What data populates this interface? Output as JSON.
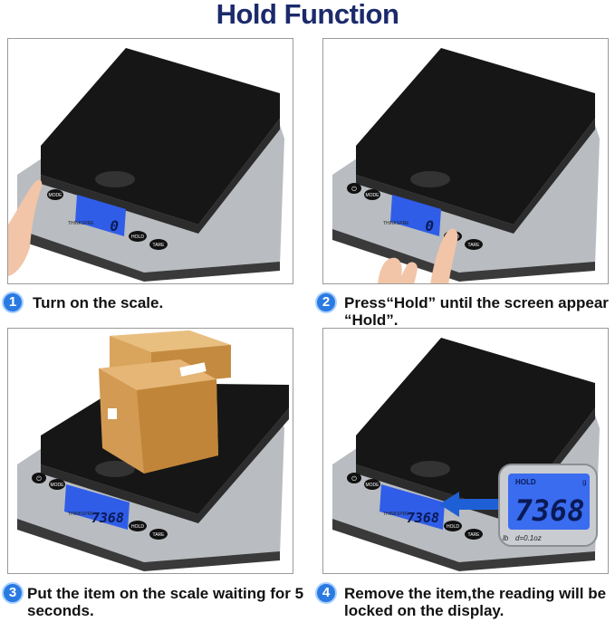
{
  "title": "Hold Function",
  "steps": [
    {
      "number": "1",
      "text": "Turn on the scale."
    },
    {
      "number": "2",
      "text": "Press“Hold” until the screen appear “Hold”."
    },
    {
      "number": "3",
      "text": "Put the item on the scale waiting for 5 seconds."
    },
    {
      "number": "4",
      "text": "Remove the item,the reading will be locked on the display."
    }
  ],
  "scale": {
    "brand": "THINKSPRE",
    "buttons": {
      "mode": "MODE",
      "hold": "HOLD",
      "tare": "TARE"
    },
    "readings": {
      "empty": "0",
      "weighed": "7368"
    },
    "zoom": {
      "hold_label": "HOLD",
      "unit": "g",
      "reading": "7368",
      "spec": "d=0.1oz",
      "lb": "lb"
    }
  },
  "colors": {
    "title": "#1b2a6b",
    "badge": "#2a7ae2",
    "lcd": "#2f5de8",
    "arrow": "#1f5fd6"
  }
}
